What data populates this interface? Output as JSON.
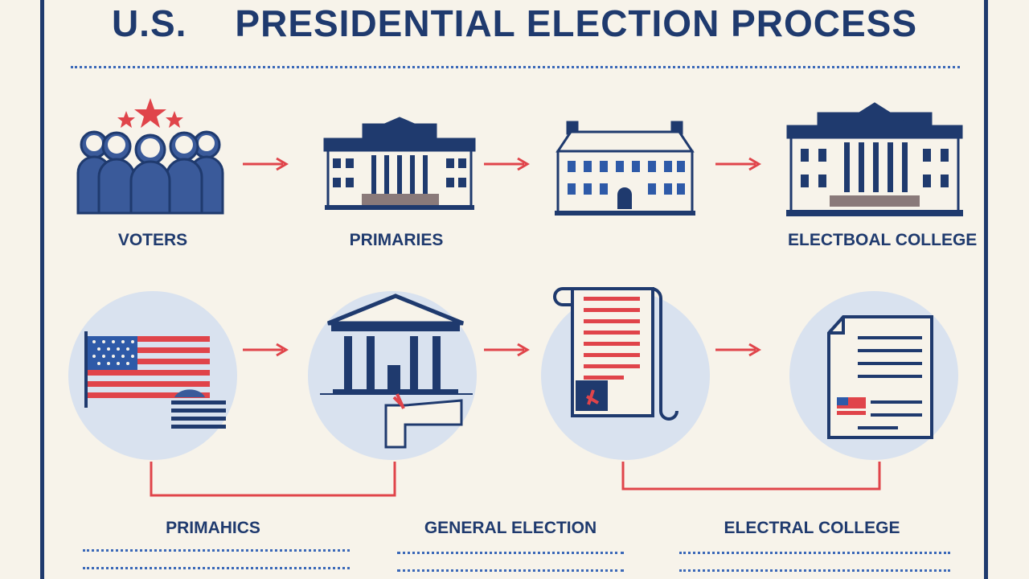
{
  "title": {
    "part1": "U.S.",
    "part2": "PRESIDENTIAL ELECTION PROCESS"
  },
  "top_row": {
    "labels": [
      "VOTERS",
      "PRIMARIES",
      "",
      "ELECTBOAL COLLEGE"
    ],
    "icons": [
      "voters-icon",
      "capitol-building-icon",
      "white-house-icon",
      "white-house-large-icon"
    ]
  },
  "bottom_row": {
    "icons": [
      "us-flag-icon",
      "ballot-casting-icon",
      "document-scroll-icon",
      "certificate-icon"
    ],
    "labels": [
      "PRIMAHICS",
      "GENERAL ELECTION",
      "ELECTRAL COLLEGE"
    ]
  },
  "colors": {
    "navy": "#1f3a6e",
    "red": "#e0444a",
    "light_blue": "#d9e2ef",
    "background": "#f7f3ea"
  }
}
